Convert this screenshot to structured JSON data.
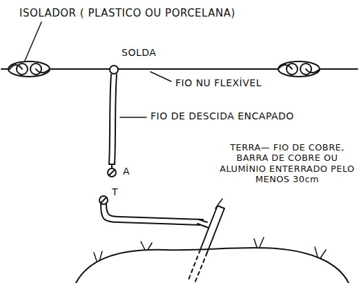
{
  "diagram": {
    "labels": [
      "ISOLADOR ( PLASTICO OU PORCELANA)",
      "SOLDA",
      "FIO NU FLEXÍVEL",
      "FIO DE DESCIDA ENCAPADO",
      "A",
      "T",
      "TERRA— FIO DE COBRE, BARRA DE COBRE OU ALUMÍNIO ENTERRADO PELO MENOS 30cm"
    ]
  }
}
